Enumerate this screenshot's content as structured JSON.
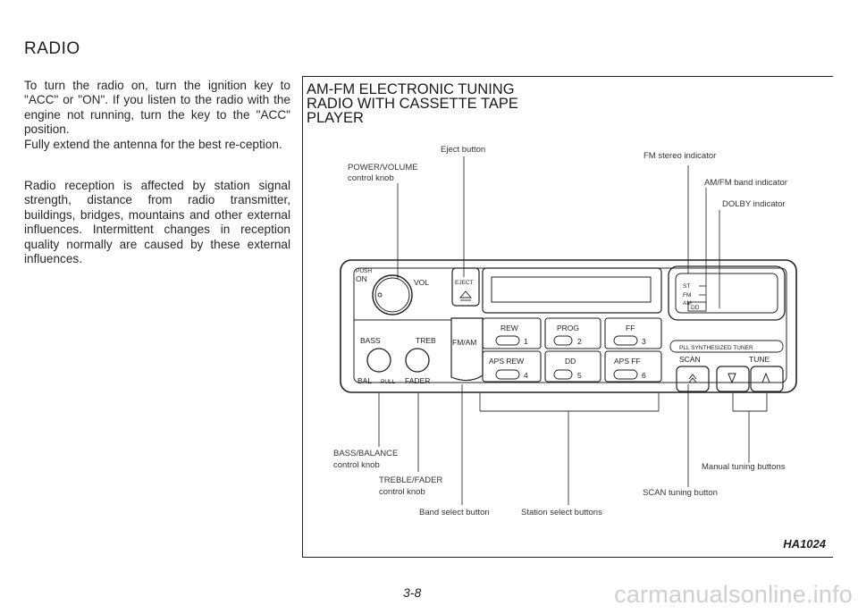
{
  "page": {
    "heading": "RADIO",
    "paragraphs": [
      "To turn the radio on, turn the ignition key to \"ACC\" or \"ON\". If you listen to the radio with the engine not running, turn the key to the \"ACC\" position.",
      "Fully extend the antenna for the best re-ception.",
      "Radio reception is affected by station signal strength, distance from radio transmitter, buildings, bridges, mountains and other external influences. Intermittent changes in reception quality normally are caused by these external influences."
    ],
    "page_number": "3-8",
    "watermark": "carmanualsonline.info"
  },
  "figure": {
    "title_lines": [
      "AM-FM ELECTRONIC TUNING",
      "RADIO WITH CASSETTE TAPE",
      "PLAYER"
    ],
    "figure_id": "HA1024",
    "callouts": {
      "eject": "Eject button",
      "power1": "POWER/VOLUME",
      "power2": "control knob",
      "fm_stereo": "FM stereo indicator",
      "amfm_band": "AM/FM band indicator",
      "dolby": "DOLBY indicator",
      "bass1": "BASS/BALANCE",
      "bass2": "control knob",
      "treble1": "TREBLE/FADER",
      "treble2": "control knob",
      "band": "Band select button",
      "station": "Station select buttons",
      "manual": "Manual tuning buttons",
      "scan": "SCAN tuning button"
    },
    "panel": {
      "push": "PUSH",
      "on": "ON",
      "vol": "VOL",
      "eject": "EJECT",
      "bass": "BASS",
      "treb": "TREB",
      "bal": "BAL",
      "pull": "PULL",
      "fader": "FADER",
      "fmam": "FM/AM",
      "rew": "REW",
      "prog": "PROG",
      "ff": "FF",
      "apsrew": "APS REW",
      "apsff": "APS FF",
      "dolby_mark": "DD",
      "st": "ST",
      "fm": "FM",
      "am": "AM",
      "pll": "PLL SYNTHESIZED TUNER",
      "scan": "SCAN",
      "tune": "TUNE",
      "n1": "1",
      "n2": "2",
      "n3": "3",
      "n4": "4",
      "n5": "5",
      "n6": "6"
    }
  }
}
